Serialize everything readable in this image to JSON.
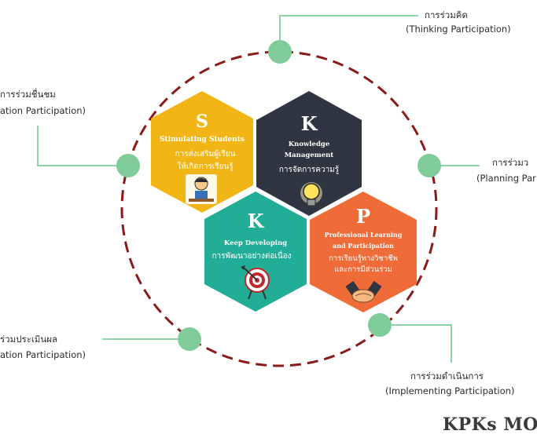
{
  "center_ring_color": "#8b1a1a",
  "node_color": "#7fcc9a",
  "connector_color": "#8fd3a8",
  "participation": {
    "top": {
      "th": "การร่วมคิด",
      "en": "(Thinking Participation)"
    },
    "upper_left": {
      "th": "การร่วมชื่นชม",
      "en": "ation Participation)"
    },
    "right": {
      "th": "การร่วมว",
      "en": "(Planning Par"
    },
    "lower_left": {
      "th": "ร่วมประเมินผล",
      "en": "ation Participation)"
    },
    "bottom_right": {
      "th": "การร่วมดำเนินการ",
      "en": "(Implementing Participation)"
    }
  },
  "hexagons": {
    "s": {
      "letter": "S",
      "title": "Stimulating Students",
      "th": "การส่งเสริมผู้เรียน ให้เกิดการเรียนรู้",
      "color": "#f2b516",
      "icon": "student-icon"
    },
    "k1": {
      "letter": "K",
      "title": "Knowledge Management",
      "th": "การจัดการความรู้",
      "color": "#2f3541",
      "icon": "lightbulb-icon"
    },
    "k2": {
      "letter": "K",
      "title": "Keep Developing",
      "th": "การพัฒนาอย่างต่อเนื่อง",
      "color": "#22ad96",
      "icon": "target-icon"
    },
    "p": {
      "letter": "P",
      "title": "Professional Learning and Participation",
      "th": "การเรียนรู้ทางวิชาชีพ และการมีส่วนร่วม",
      "color": "#ef6b38",
      "icon": "handshake-icon"
    }
  },
  "footer": "KPKs MO"
}
